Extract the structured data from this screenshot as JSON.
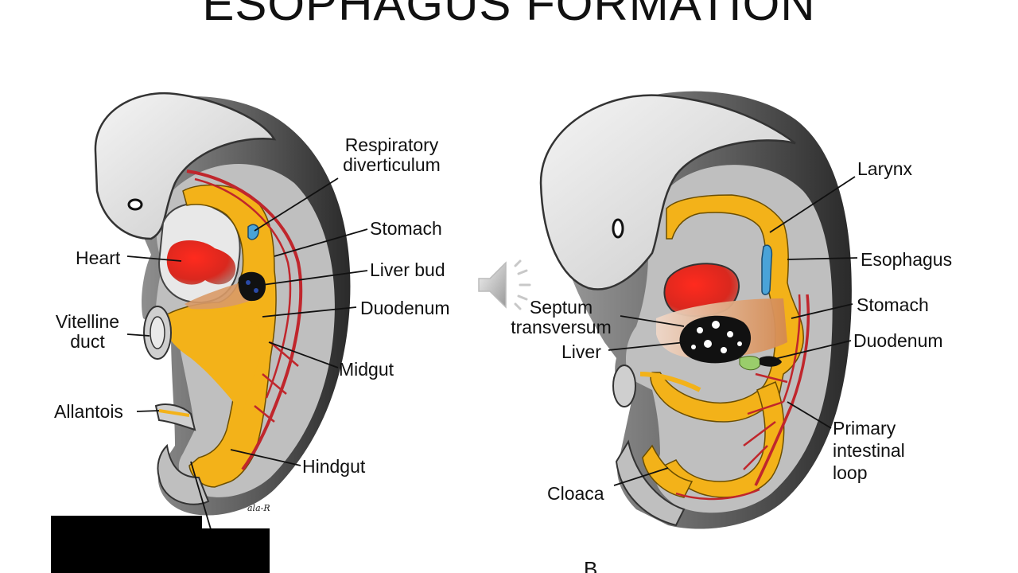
{
  "slide": {
    "title": "ESOPHAGUS FORMATION",
    "signature": "ala-R",
    "panel_b_letter": "B"
  },
  "figure_a": {
    "labels": {
      "respiratory": "Respiratory\ndiverticulum",
      "stomach": "Stomach",
      "heart": "Heart",
      "liver_bud": "Liver bud",
      "duodenum": "Duodenum",
      "vitelline": "Vitelline\nduct",
      "midgut": "Midgut",
      "allantois": "Allantois",
      "hindgut": "Hindgut"
    }
  },
  "figure_b": {
    "labels": {
      "larynx": "Larynx",
      "esophagus": "Esophagus",
      "septum": "Septum\ntransversum",
      "stomach": "Stomach",
      "liver": "Liver",
      "duodenum": "Duodenum",
      "primary_loop": "Primary\nintestinal\nloop",
      "cloaca": "Cloaca"
    }
  },
  "colors": {
    "gut": "#f3b219",
    "vessel": "#c0262c",
    "heart": "#e4291d",
    "liver": "#d8905a",
    "respiratory": "#4aa3d8",
    "outer_body": "#555555",
    "body": "#bdbdbd"
  },
  "icons": {
    "audio": "speaker-icon"
  }
}
